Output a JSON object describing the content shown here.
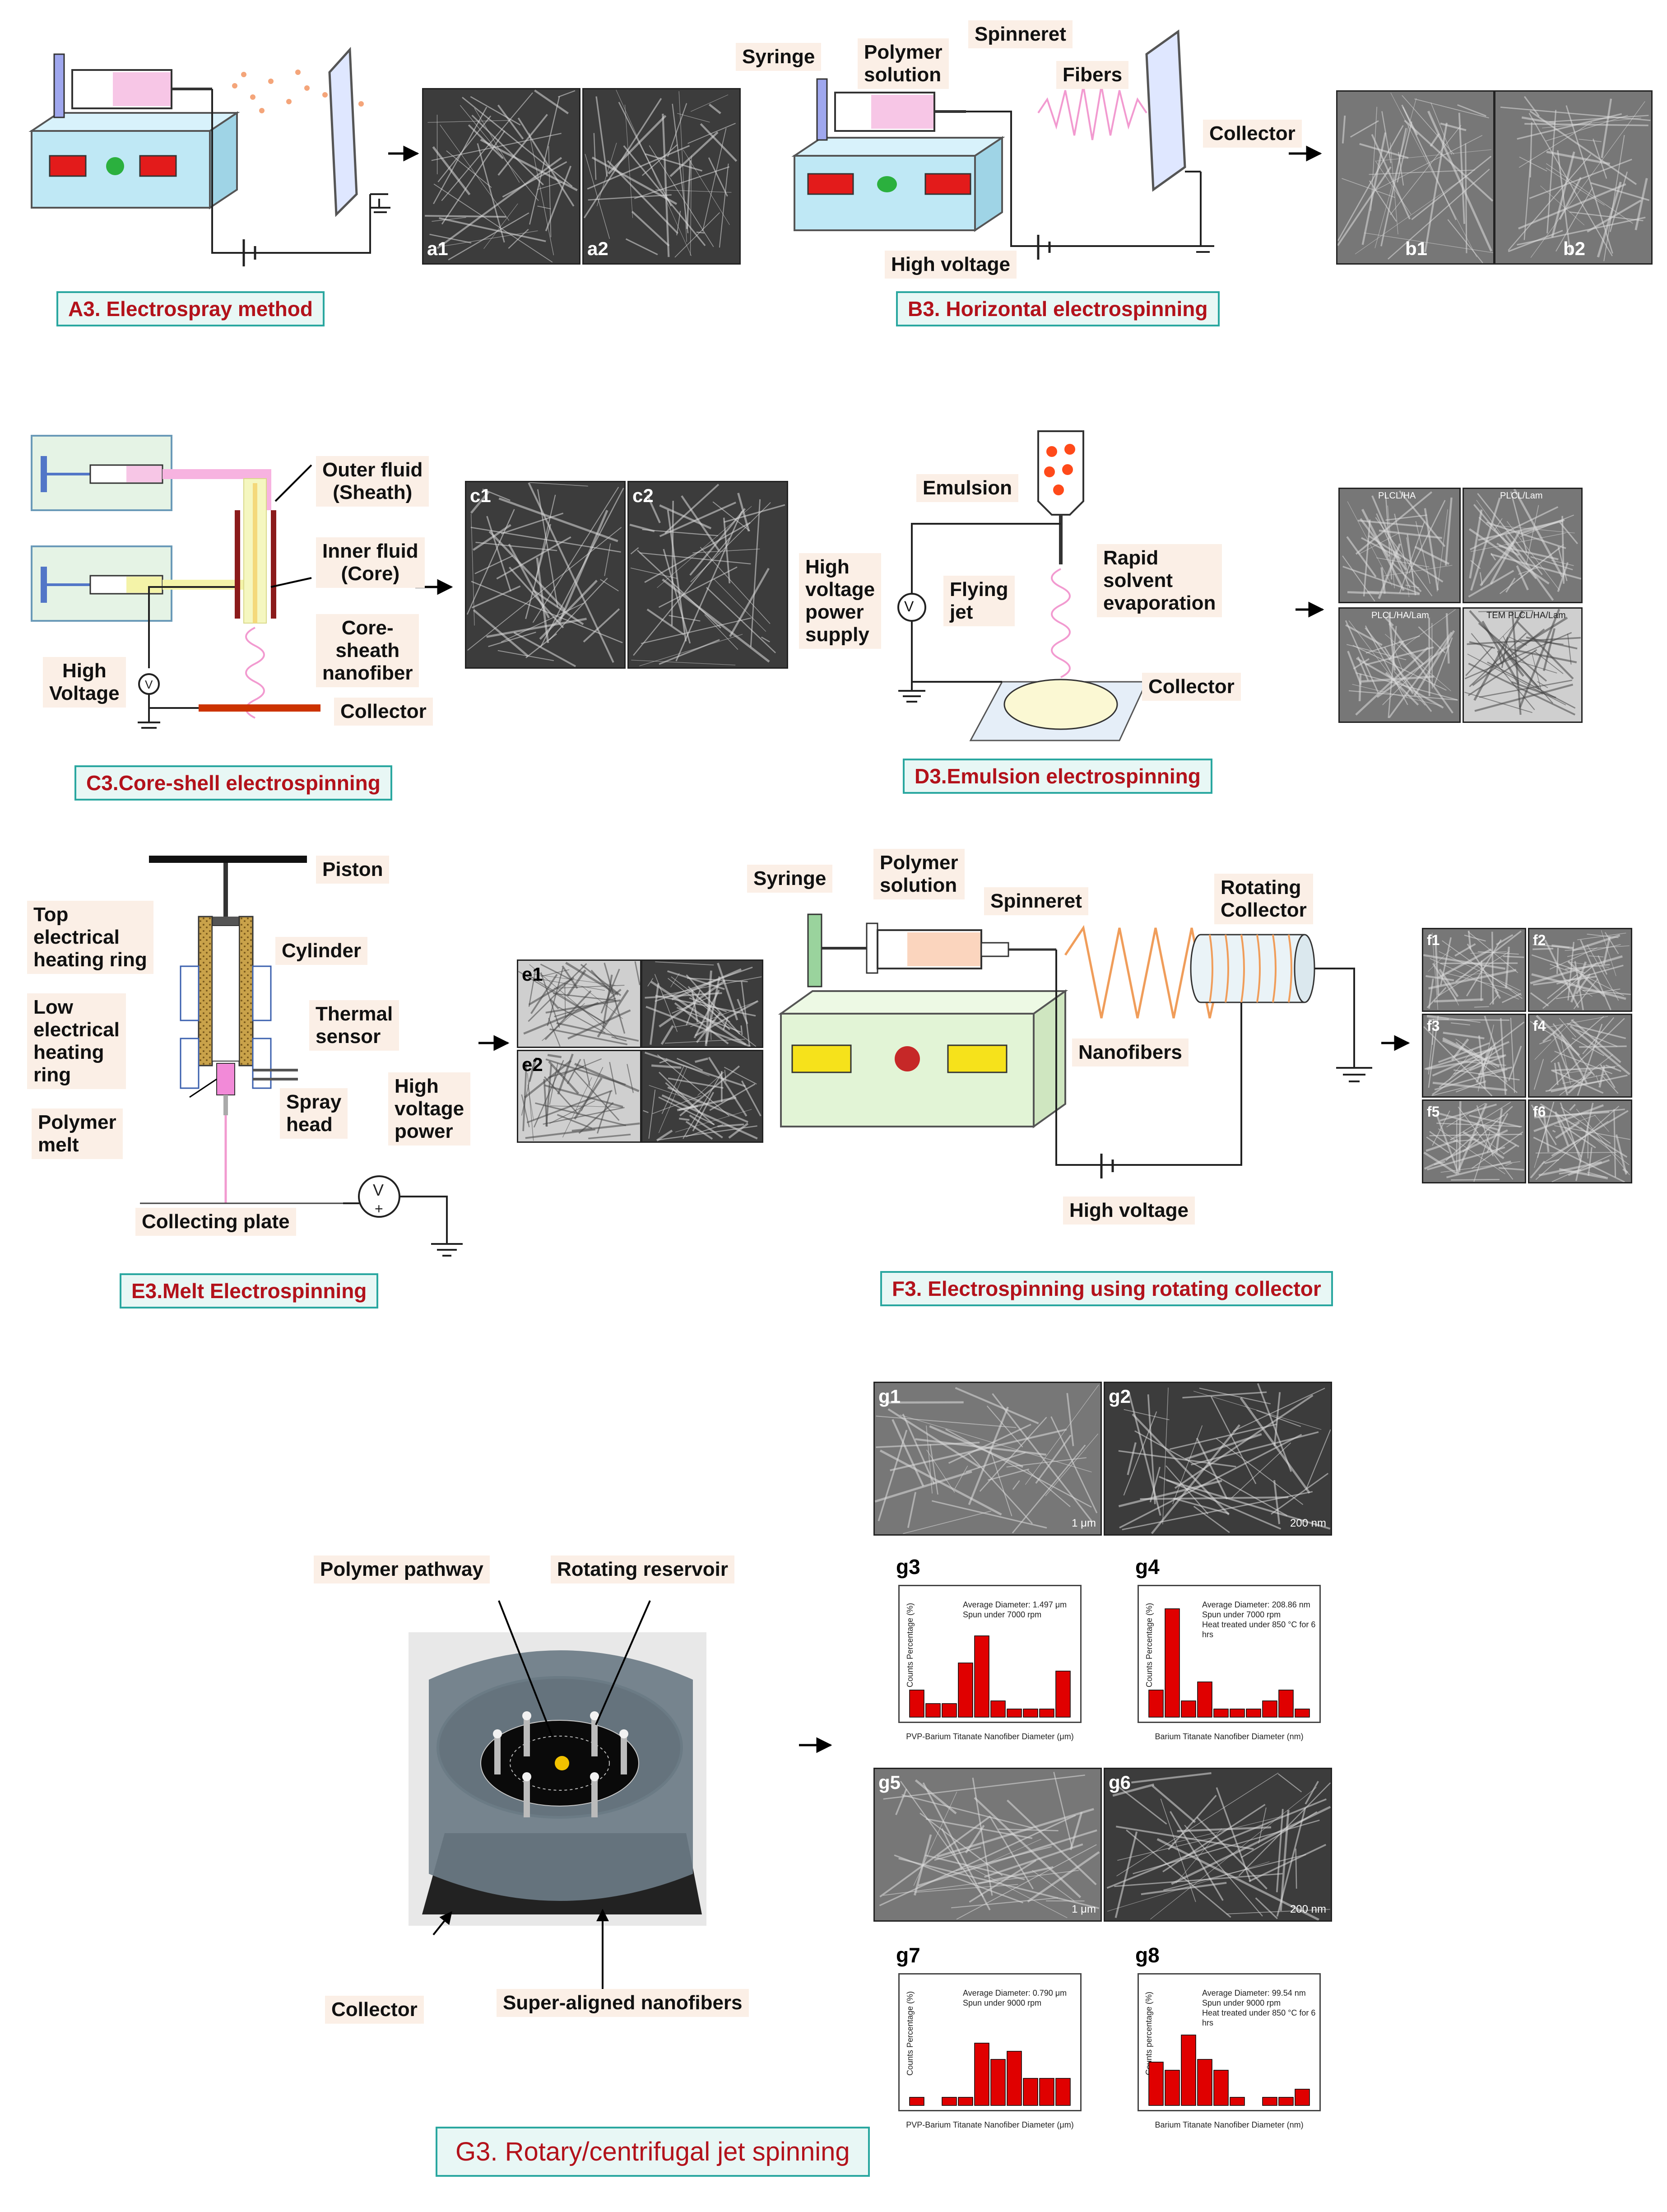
{
  "sections": {
    "a3": {
      "title": "A3. Electrospray method",
      "panels": [
        "a1",
        "a2"
      ]
    },
    "b3": {
      "title": "B3. Horizontal electrospinning",
      "labels": {
        "syringe": "Syringe",
        "polymer_solution": "Polymer\nsolution",
        "spinneret": "Spinneret",
        "fibers": "Fibers",
        "collector": "Collector",
        "high_voltage": "High voltage"
      },
      "panels": [
        "b1",
        "b2"
      ]
    },
    "c3": {
      "title": "C3.Core-shell electrospinning",
      "labels": {
        "outer_fluid": "Outer fluid\n(Sheath)",
        "inner_fluid": "Inner fluid\n(Core)",
        "core_sheath": "Core-\nsheath\nnanofiber",
        "high_voltage": "High\nVoltage",
        "collector": "Collector"
      },
      "panels": [
        "c1",
        "c2"
      ]
    },
    "d3": {
      "title": "D3.Emulsion electrospinning",
      "labels": {
        "emulsion": "Emulsion",
        "high_voltage_supply": "High\nvoltage\npower\nsupply",
        "flying_jet": "Flying\njet",
        "rapid_solvent": "Rapid\nsolvent\nevaporation",
        "collector": "Collector",
        "meter": "V"
      },
      "panels": [
        "PLCL/HA",
        "PLCL/Lam",
        "PLCL/HA/Lam",
        "TEM PLCL/HA/Lam"
      ]
    },
    "e3": {
      "title": "E3.Melt Electrospinning",
      "labels": {
        "piston": "Piston",
        "top_ring": "Top\nelectrical\nheating ring",
        "cylinder": "Cylinder",
        "low_ring": "Low\nelectrical\nheating\nring",
        "thermal_sensor": "Thermal\nsensor",
        "polymer_melt": "Polymer\nmelt",
        "spray_head": "Spray\nhead",
        "high_voltage_power": "High\nvoltage\npower",
        "collecting_plate": "Collecting plate",
        "meter": "V",
        "plus": "+"
      },
      "panels": [
        "e1",
        "e2"
      ]
    },
    "f3": {
      "title": "F3. Electrospinning using rotating collector",
      "labels": {
        "syringe": "Syringe",
        "polymer_solution": "Polymer\nsolution",
        "spinneret": "Spinneret",
        "rotating_collector": "Rotating\nCollector",
        "nanofibers": "Nanofibers",
        "high_voltage": "High voltage"
      },
      "panels": [
        "f1",
        "f2",
        "f3",
        "f4",
        "f5",
        "f6"
      ]
    },
    "g3": {
      "title": "G3. Rotary/centrifugal jet spinning",
      "labels": {
        "polymer_pathway": "Polymer pathway",
        "rotating_reservoir": "Rotating reservoir",
        "collector": "Collector",
        "super_aligned": "Super-aligned nanofibers"
      },
      "sem_panels": [
        {
          "id": "g1",
          "scale": "1 μm"
        },
        {
          "id": "g2",
          "scale": "200 nm"
        },
        {
          "id": "g5",
          "scale": "1 μm"
        },
        {
          "id": "g6",
          "scale": "200 nm"
        }
      ],
      "histograms": [
        {
          "id": "g3",
          "note": "Average Diameter: 1.497 μm\nSpun under 7000 rpm",
          "xlabel": "PVP-Barium Titanate Nanofiber Diameter (μm)",
          "ylabel": "Counts Percentage (%)",
          "values": [
            10,
            5,
            5,
            20,
            30,
            6,
            3,
            3,
            3,
            17
          ]
        },
        {
          "id": "g4",
          "note": "Average Diameter: 208.86 nm\nSpun under 7000 rpm\nHeat treated under 850 °C for 6 hrs",
          "xlabel": "Barium Titanate Nanofiber Diameter (nm)",
          "ylabel": "Counts Percentage (%)",
          "values": [
            10,
            40,
            6,
            13,
            3,
            3,
            3,
            6,
            10,
            3
          ]
        },
        {
          "id": "g7",
          "note": "Average Diameter: 0.790 μm\nSpun under 9000 rpm",
          "xlabel": "PVP-Barium Titanate Nanofiber Diameter (μm)",
          "ylabel": "Counts Percentage (%)",
          "values": [
            3,
            0,
            3,
            3,
            23,
            17,
            20,
            10,
            10,
            10
          ]
        },
        {
          "id": "g8",
          "note": "Average Diameter: 99.54 nm\nSpun under 9000 rpm\nHeat treated under 850 °C for 6 hrs",
          "xlabel": "Barium Titanate Nanofiber Diameter (nm)",
          "ylabel": "Counts percentage (%)",
          "values": [
            16,
            13,
            26,
            17,
            13,
            3,
            0,
            3,
            3,
            6
          ]
        }
      ]
    }
  },
  "colors": {
    "title_text": "#b3121b",
    "title_border": "#2aa7a0",
    "label_bg": "#fbefe6",
    "hist_bar": "#e00000",
    "fiber_pink": "#f7a8d8",
    "control_box": "#bfe8f5"
  }
}
